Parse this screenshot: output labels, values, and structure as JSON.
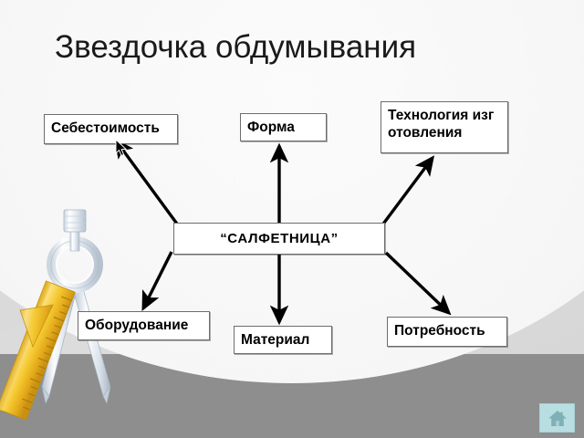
{
  "slide": {
    "title": "Звездочка обдумывания",
    "background_color": "#d8d8d8",
    "band_color": "#8e8e8e"
  },
  "diagram": {
    "type": "star-brainstorm",
    "center": {
      "label": "“САЛФЕТНИЦА”"
    },
    "nodes": [
      {
        "id": "sebestoimost",
        "label": "Себестоимость",
        "position": "top-left"
      },
      {
        "id": "forma",
        "label": "Форма",
        "position": "top-center"
      },
      {
        "id": "tehnologiya",
        "label": "Технология изготовления",
        "position": "top-right"
      },
      {
        "id": "oborudovanie",
        "label": "Оборудование",
        "position": "bottom-left"
      },
      {
        "id": "material",
        "label": "Материал",
        "position": "bottom-center"
      },
      {
        "id": "potrebnost",
        "label": "Потребность",
        "position": "bottom-right"
      }
    ],
    "arrow_color": "#000000",
    "box_fill": "#ffffff",
    "box_border": "#6d6d6d"
  },
  "decor": {
    "clipart_name": "compass-and-ruler",
    "ruler_color": "#f2c232",
    "compass_color": "#dfe6ee"
  },
  "controls": {
    "home_button_label": "home-icon",
    "home_button_color": "#b9dee2"
  },
  "pointer": {
    "name": "mouse-cursor"
  }
}
